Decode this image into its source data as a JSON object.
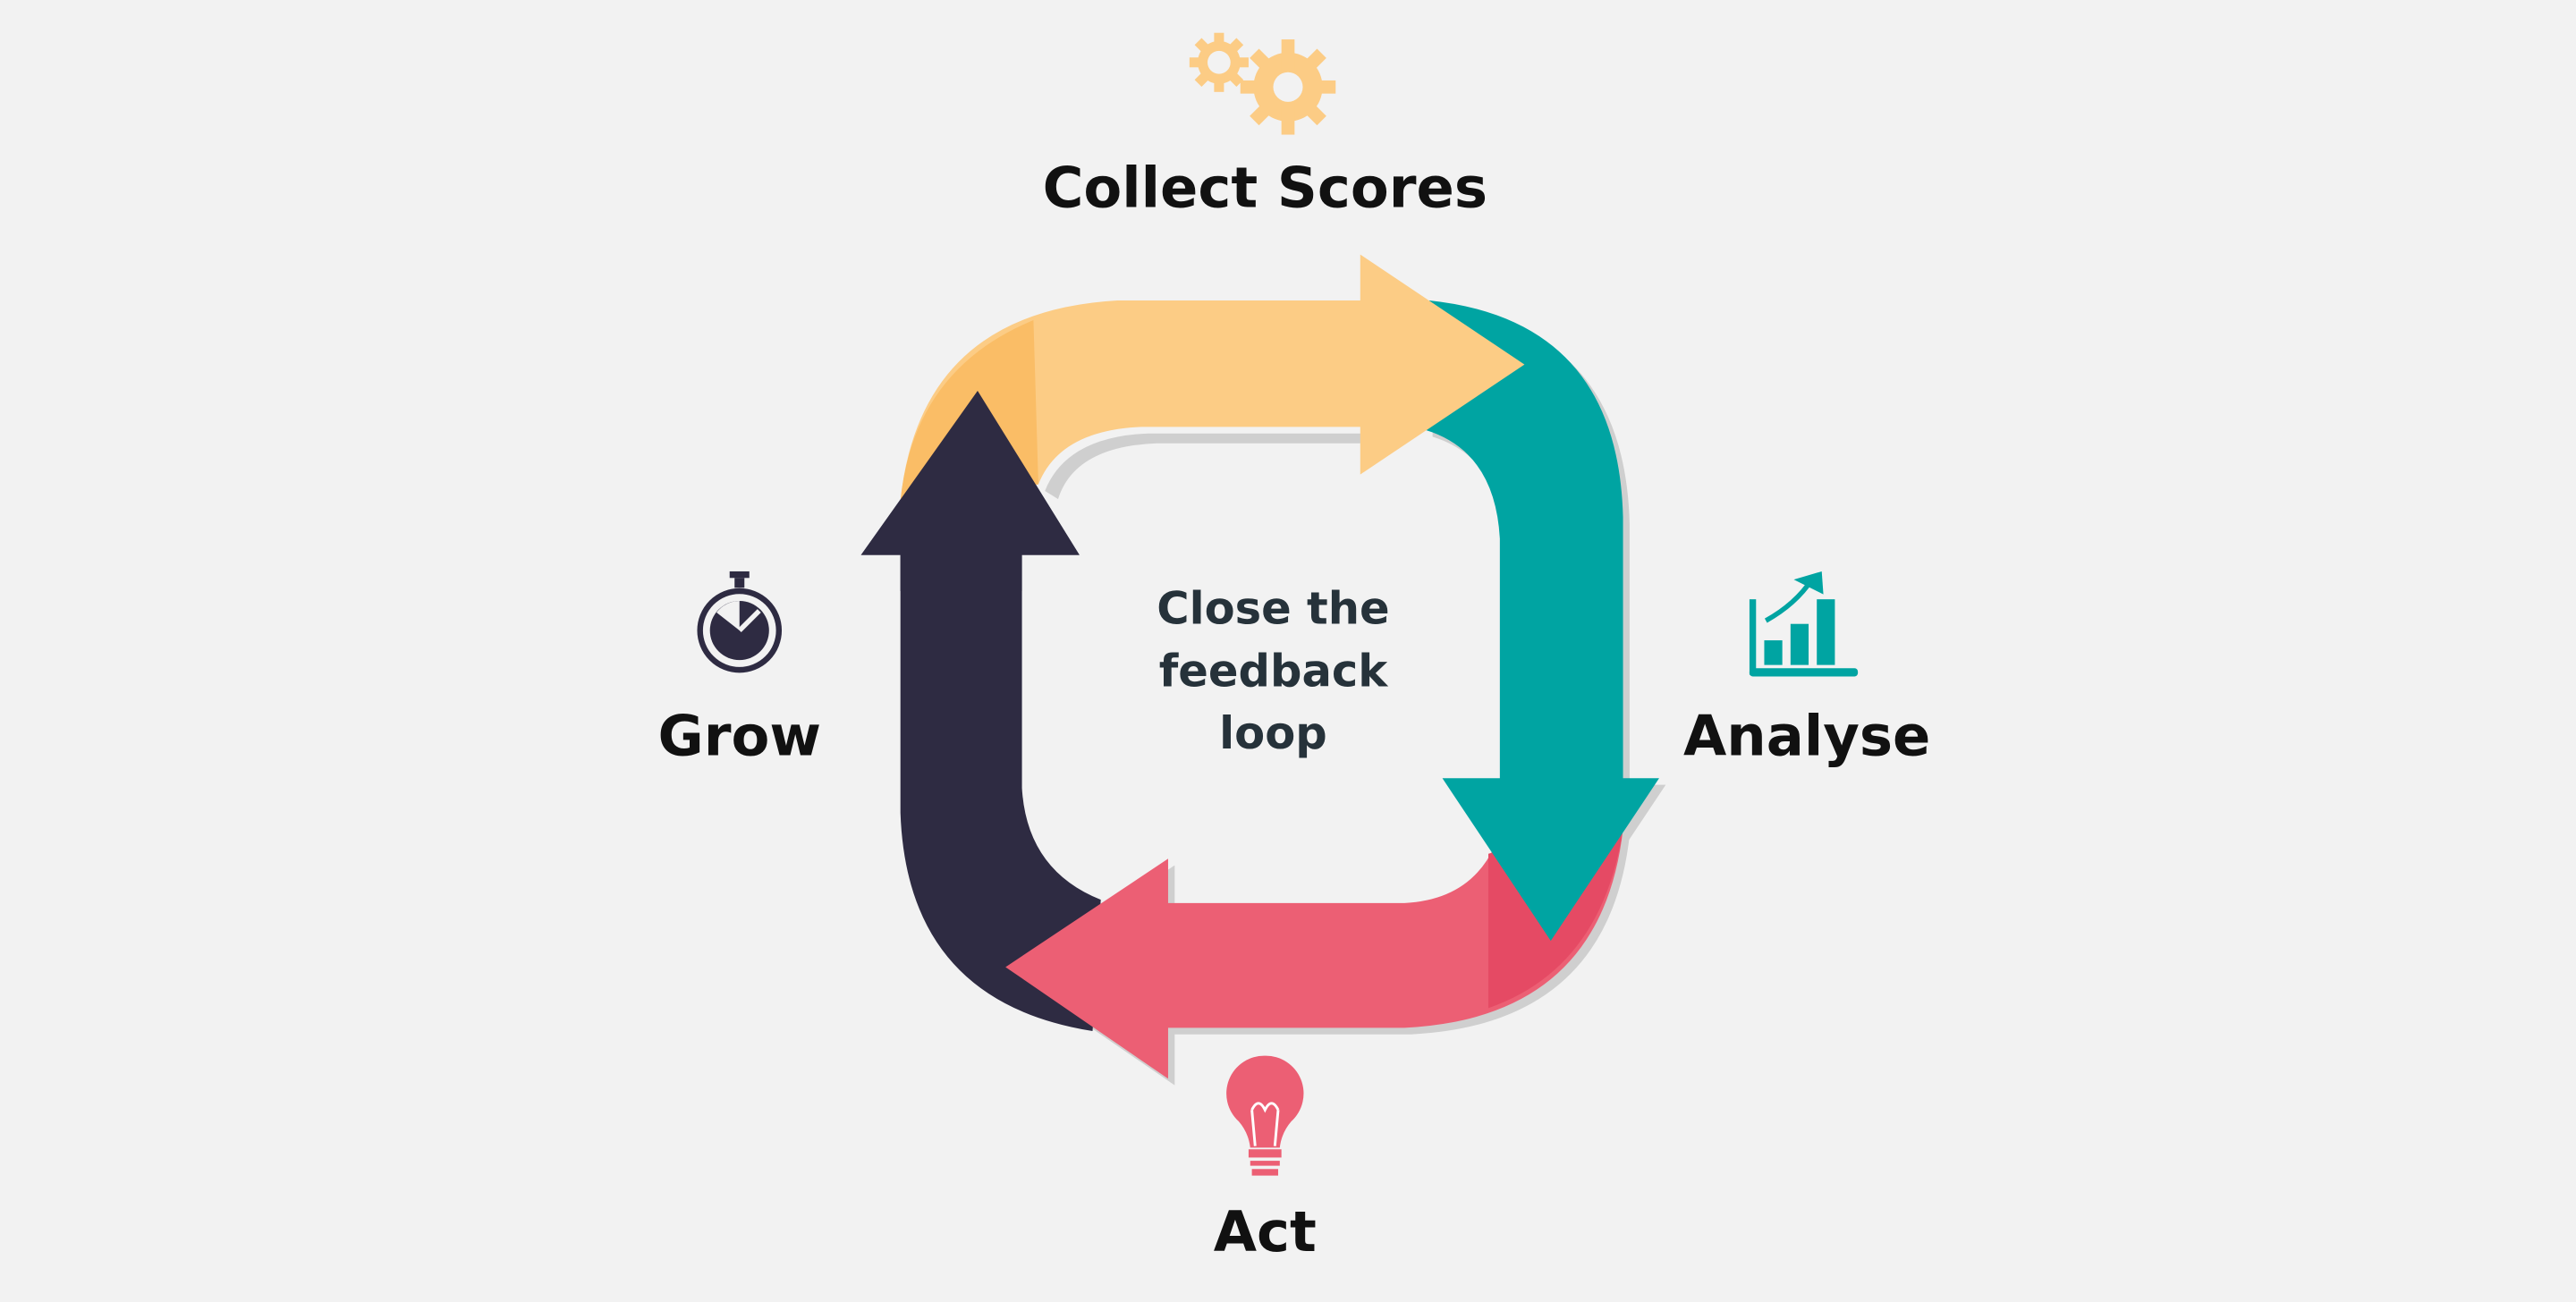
{
  "diagram": {
    "center_text": [
      "Close the",
      "feedback",
      "loop"
    ],
    "stages": [
      {
        "label": "Collect Scores",
        "icon": "gears-icon",
        "color": "#fccc85"
      },
      {
        "label": "Analyse",
        "icon": "bar-chart-growth-icon",
        "color": "#00a4a2"
      },
      {
        "label": "Act",
        "icon": "lightbulb-icon",
        "color": "#ec5f74"
      },
      {
        "label": "Grow",
        "icon": "stopwatch-icon",
        "color": "#2e2b42"
      }
    ]
  }
}
